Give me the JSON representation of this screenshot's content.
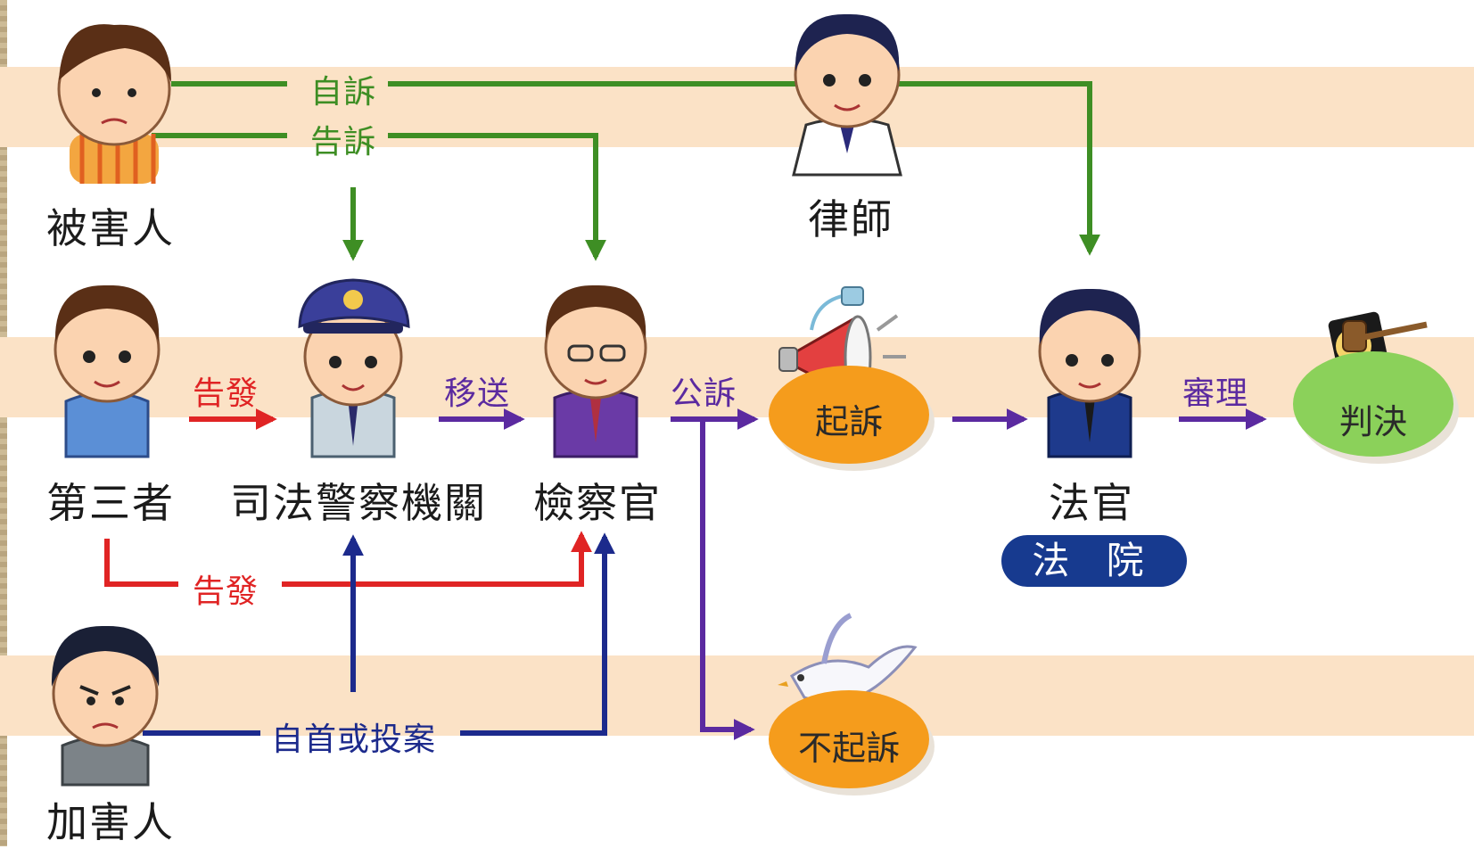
{
  "colors": {
    "band": "#fbe2c6",
    "green": "#3e8e24",
    "red": "#e02424",
    "purple": "#5b2aa0",
    "navy": "#1c2a8c",
    "orange": "#f59c1c",
    "light_green": "#8bd15a",
    "court_badge": "#173a8f"
  },
  "roles": {
    "victim": "被害人",
    "lawyer": "律師",
    "third_party": "第三者",
    "police": "司法警察機關",
    "prosecutor": "檢察官",
    "judge": "法官",
    "offender": "加害人",
    "court": "法 院"
  },
  "edges": {
    "private_prosecution": "自訴",
    "complaint": "告訴",
    "report_top": "告發",
    "transfer": "移送",
    "public_prosecution": "公訴",
    "trial": "審理",
    "report_bottom": "告發",
    "surrender": "自首或投案"
  },
  "outcomes": {
    "indictment": "起訴",
    "judgment": "判決",
    "non_prosecution": "不起訴"
  }
}
